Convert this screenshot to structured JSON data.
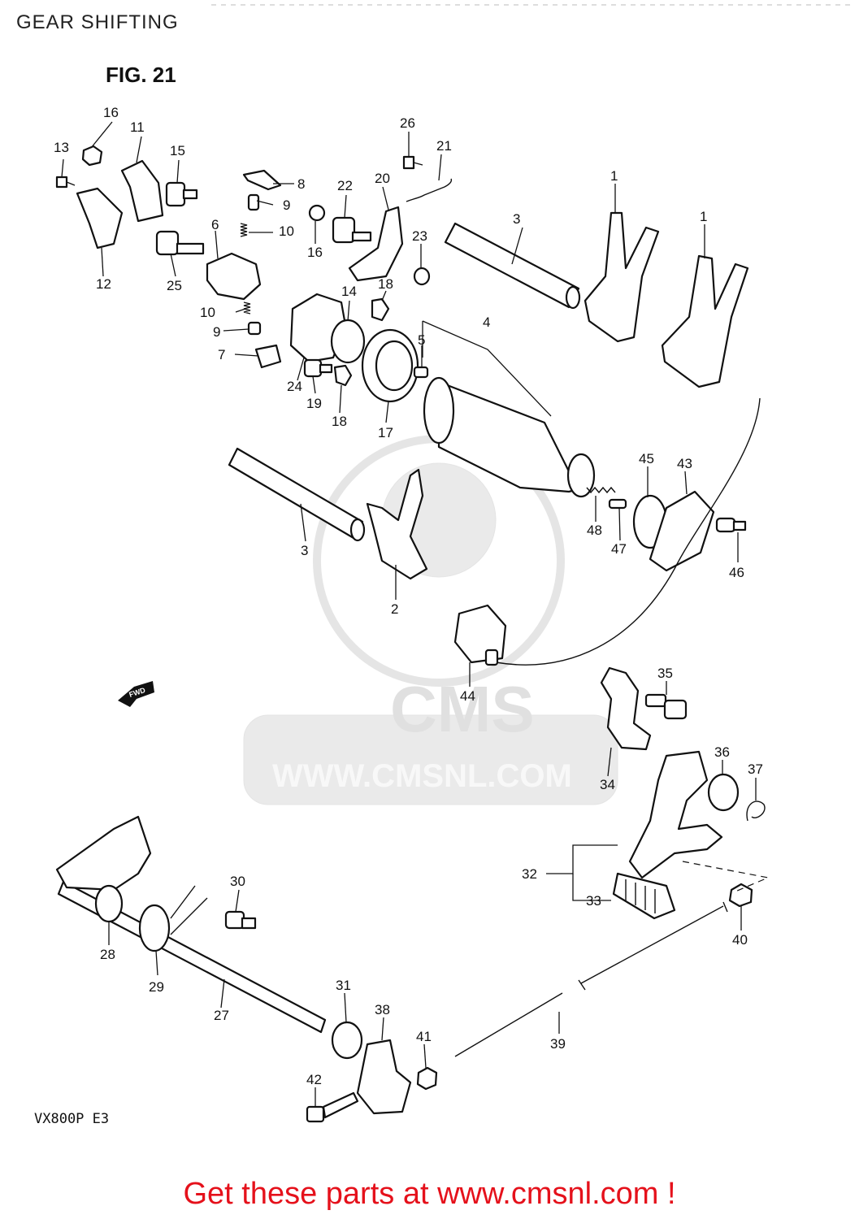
{
  "page": {
    "title": "GEAR SHIFTING",
    "cta": "Get these parts at www.cmsnl.com !"
  },
  "diagram": {
    "figure_label": "FIG. 21",
    "model_label": "VX800P E3",
    "fwd_label": "FWD",
    "watermark": {
      "brand": "CMS",
      "url": "WWW.CMSNL.COM"
    },
    "callouts": {
      "c1a": "1",
      "c1b": "1",
      "c2": "2",
      "c3a": "3",
      "c3b": "3",
      "c4": "4",
      "c5": "5",
      "c6": "6",
      "c7": "7",
      "c8": "8",
      "c9a": "9",
      "c9b": "9",
      "c10a": "10",
      "c10b": "10",
      "c11": "11",
      "c12": "12",
      "c13": "13",
      "c14": "14",
      "c15": "15",
      "c16a": "16",
      "c16b": "16",
      "c17": "17",
      "c18a": "18",
      "c18b": "18",
      "c19": "19",
      "c20": "20",
      "c21": "21",
      "c22": "22",
      "c23": "23",
      "c24": "24",
      "c25": "25",
      "c26": "26",
      "c27": "27",
      "c28": "28",
      "c29": "29",
      "c30": "30",
      "c31": "31",
      "c32": "32",
      "c33": "33",
      "c34": "34",
      "c35": "35",
      "c36": "36",
      "c37": "37",
      "c38": "38",
      "c39": "39",
      "c40": "40",
      "c41": "41",
      "c42": "42",
      "c43": "43",
      "c44": "44",
      "c45": "45",
      "c46": "46",
      "c47": "47",
      "c48": "48"
    }
  }
}
